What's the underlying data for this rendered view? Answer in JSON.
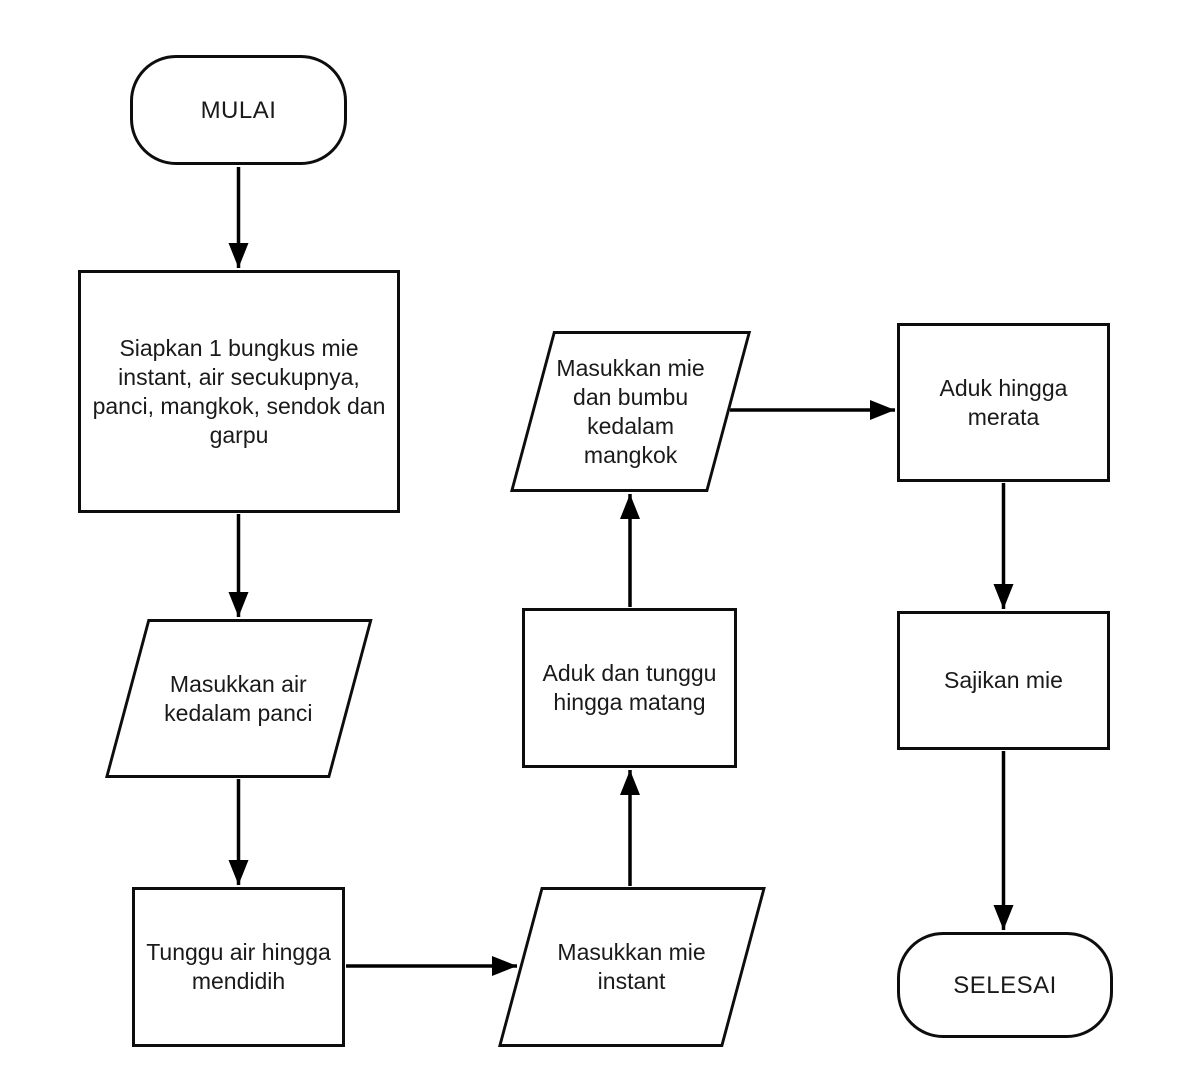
{
  "diagram": {
    "language": "Indonesian",
    "background_color": "#ffffff",
    "stroke_color": "#000000",
    "text_color": "#1a1a1a",
    "nodes": {
      "start": {
        "type": "terminator",
        "label": "MULAI"
      },
      "prepare": {
        "type": "process",
        "label": "Siapkan 1 bungkus mie\ninstant, air secukupnya,\npanci, mangkok, sendok dan\ngarpu"
      },
      "pour_water": {
        "type": "input-output",
        "label": "Masukkan air\nkedalam panci"
      },
      "boil": {
        "type": "process",
        "label": "Tunggu air hingga\nmendidih"
      },
      "add_noodles": {
        "type": "input-output",
        "label": "Masukkan mie\ninstant"
      },
      "stir_cook": {
        "type": "process",
        "label": "Aduk dan tunggu\nhingga matang"
      },
      "to_bowl": {
        "type": "input-output",
        "label": "Masukkan mie\ndan bumbu\nkedalam\nmangkok"
      },
      "stir_even": {
        "type": "process",
        "label": "Aduk hingga\nmerata"
      },
      "serve": {
        "type": "process",
        "label": "Sajikan mie"
      },
      "end": {
        "type": "terminator",
        "label": "SELESAI"
      }
    },
    "edges": [
      {
        "from": "start",
        "to": "prepare"
      },
      {
        "from": "prepare",
        "to": "pour_water"
      },
      {
        "from": "pour_water",
        "to": "boil"
      },
      {
        "from": "boil",
        "to": "add_noodles"
      },
      {
        "from": "add_noodles",
        "to": "stir_cook"
      },
      {
        "from": "stir_cook",
        "to": "to_bowl"
      },
      {
        "from": "to_bowl",
        "to": "stir_even"
      },
      {
        "from": "stir_even",
        "to": "serve"
      },
      {
        "from": "serve",
        "to": "end"
      }
    ]
  }
}
